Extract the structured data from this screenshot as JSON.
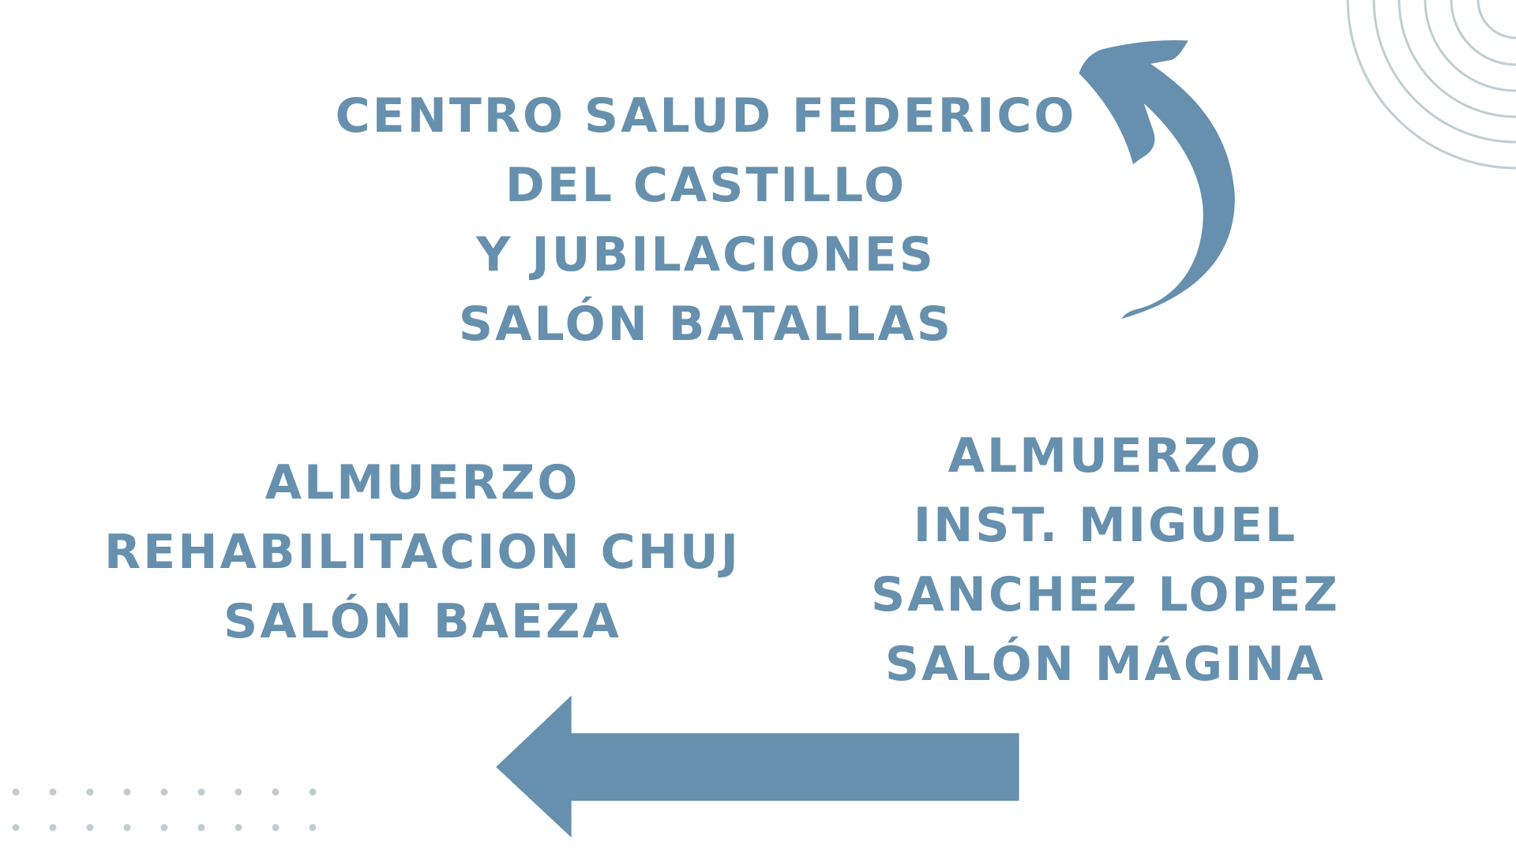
{
  "colors": {
    "text": "#6690ad",
    "arrow": "#6690ad",
    "decoration": "#c0cdd0",
    "background": "#ffffff"
  },
  "top_block": {
    "lines": [
      "CENTRO  SALUD FEDERICO",
      "DEL CASTILLO",
      "Y JUBILACIONES",
      "SALÓN BATALLAS"
    ]
  },
  "left_block": {
    "lines": [
      "ALMUERZO",
      "REHABILITACION CHUJ",
      "SALÓN BAEZA"
    ]
  },
  "right_block": {
    "lines": [
      "ALMUERZO",
      "INST. MIGUEL",
      "SANCHEZ LOPEZ",
      "SALÓN MÁGINA"
    ]
  },
  "icons": {
    "curved_arrow": "curved-arrow-icon",
    "left_arrow": "left-arrow-icon",
    "arcs": "concentric-arcs",
    "dots": "dot-grid"
  }
}
